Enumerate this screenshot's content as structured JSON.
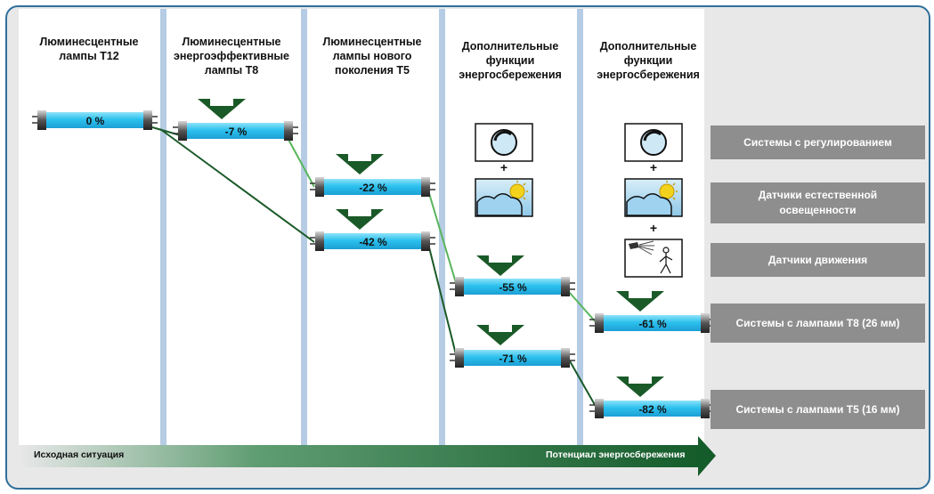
{
  "columns": [
    {
      "title_lines": [
        "Люминесцентные",
        "лампы Т12"
      ]
    },
    {
      "title_lines": [
        "Люминесцентные",
        "энергоэффективные",
        "лампы Т8"
      ]
    },
    {
      "title_lines": [
        "Люминесцентные",
        "лампы нового",
        "поколения Т5"
      ]
    },
    {
      "title_lines": [
        "Дополнительные",
        "функции",
        "энергосбережения"
      ]
    },
    {
      "title_lines": [
        "Дополнительные",
        "функции",
        "энергосбережения"
      ]
    }
  ],
  "tubes": [
    {
      "label": "0 %"
    },
    {
      "label": "-7 %"
    },
    {
      "label": "-22 %"
    },
    {
      "label": "-42 %"
    },
    {
      "label": "-55 %"
    },
    {
      "label": "-71 %"
    },
    {
      "label": "-61 %"
    },
    {
      "label": "-82 %"
    }
  ],
  "side_boxes": {
    "regulation": "Системы с регулированием",
    "daylight_lines": [
      "Датчики естественной",
      "освещенности"
    ],
    "motion": "Датчики движения",
    "t8_systems": "Системы с лампами Т8 (26 мм)",
    "t5_systems": "Системы с лампами Т5 (16 мм)"
  },
  "plus_sign": "+",
  "bottom_bar": {
    "left_label": "Исходная ситуация",
    "right_label": "Потенциал энергосбережения"
  },
  "colors": {
    "frame": "#2f6f9b",
    "background": "#e8e8e9",
    "column_divider": "#b5cce4",
    "dark_green": "#1a5a28",
    "line_green_light": "#59b55c",
    "tube_blue": "#2cc1ee",
    "side_box_gray": "#8e8e8f"
  }
}
